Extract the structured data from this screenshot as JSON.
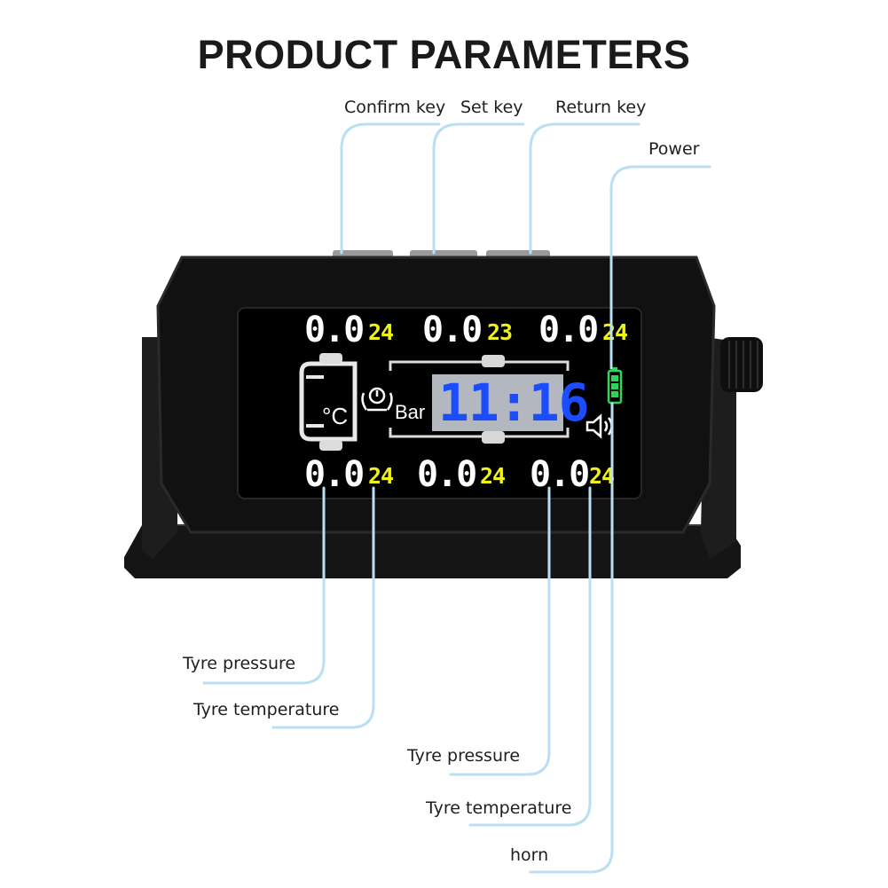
{
  "title": "PRODUCT PARAMETERS",
  "labels": {
    "confirm_key": "Confirm key",
    "set_key": "Set key",
    "return_key": "Return key",
    "power": "Power",
    "tyre_pressure_left": "Tyre pressure",
    "tyre_temperature_left": "Tyre temperature",
    "tyre_pressure_right": "Tyre pressure",
    "tyre_temperature_right": "Tyre temperature",
    "horn": "horn"
  },
  "display": {
    "top_row": [
      {
        "pressure": "0.0",
        "temperature": "24"
      },
      {
        "pressure": "0.0",
        "temperature": "23"
      },
      {
        "pressure": "0.0",
        "temperature": "24"
      }
    ],
    "bottom_row": [
      {
        "pressure": "0.0",
        "temperature": "24"
      },
      {
        "pressure": "0.0",
        "temperature": "24"
      },
      {
        "pressure": "0.0",
        "temperature": "24"
      }
    ],
    "clock": "11:16",
    "unit": "Bar",
    "temp_unit": "°C"
  },
  "icons": {
    "tire_pressure": "tire-pressure-warning-icon",
    "speaker": "speaker-icon",
    "battery": "battery-icon",
    "knob": "adjustment-knob-icon"
  },
  "colors": {
    "leader_line": "#b9dff3",
    "pressure_digits": "#ffffff",
    "temperature_digits": "#f1f11a",
    "clock_digits": "#1b4dff",
    "battery": "#2bd65a"
  }
}
